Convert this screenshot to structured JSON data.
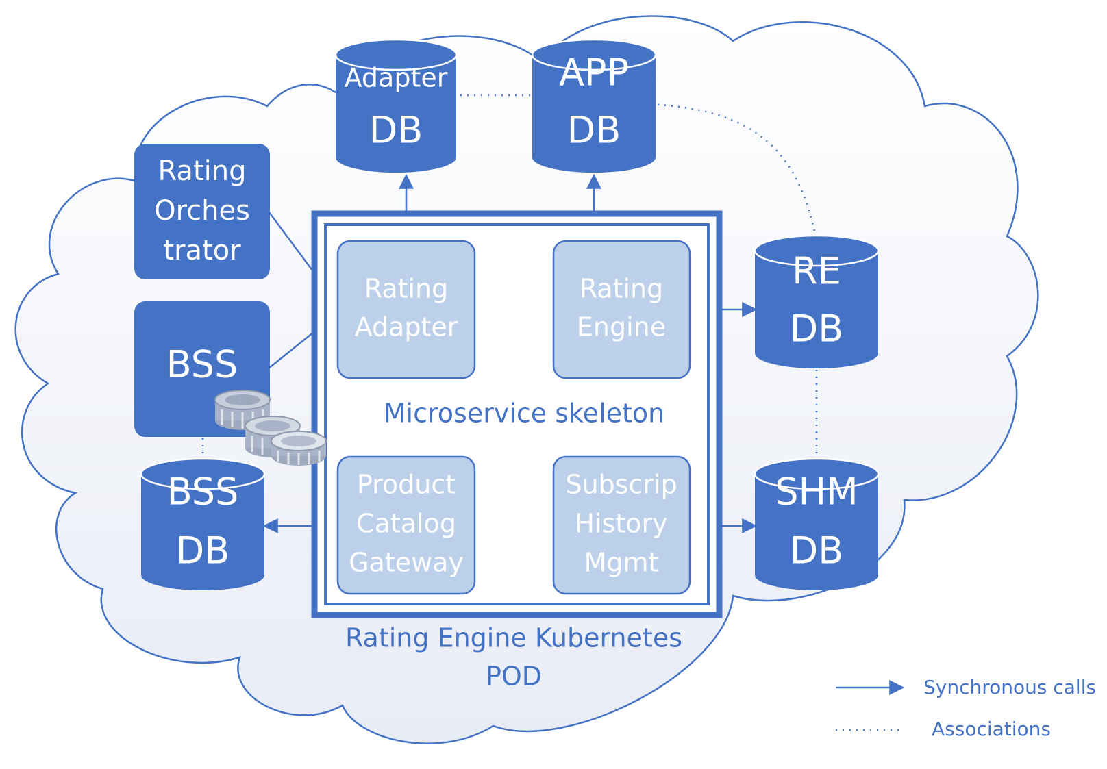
{
  "colors": {
    "primary": "#4472c4",
    "service_fill": "#bdd0ea",
    "cloud_fill_top": "#ffffff",
    "cloud_fill_bottom": "#e9edf6"
  },
  "databases": {
    "adapter_db": {
      "line1": "Adapter",
      "line2": "DB"
    },
    "app_db": {
      "line1": "APP",
      "line2": "DB"
    },
    "re_db": {
      "line1": "RE",
      "line2": "DB"
    },
    "shm_db": {
      "line1": "SHM",
      "line2": "DB"
    },
    "bss_db": {
      "line1": "BSS",
      "line2": "DB"
    }
  },
  "external": {
    "rating_orchestrator": {
      "lines": [
        "Rating",
        "Orches",
        "trator"
      ]
    },
    "bss": {
      "label": "BSS"
    }
  },
  "services": {
    "rating_adapter": {
      "lines": [
        "Rating",
        "Adapter"
      ]
    },
    "rating_engine": {
      "lines": [
        "Rating",
        "Engine"
      ]
    },
    "product_catalog_gateway": {
      "lines": [
        "Product",
        "Catalog",
        "Gateway"
      ]
    },
    "subscrip_history_mgmt": {
      "lines": [
        "Subscrip",
        "History",
        "Mgmt"
      ]
    }
  },
  "labels": {
    "microservice_skeleton": "Microservice skeleton",
    "pod_line1": "Rating Engine Kubernetes",
    "pod_line2": "POD"
  },
  "legend": {
    "synchronous": "Synchronous calls",
    "associations": "Associations"
  },
  "icons": {
    "coins": "coins-icon"
  }
}
